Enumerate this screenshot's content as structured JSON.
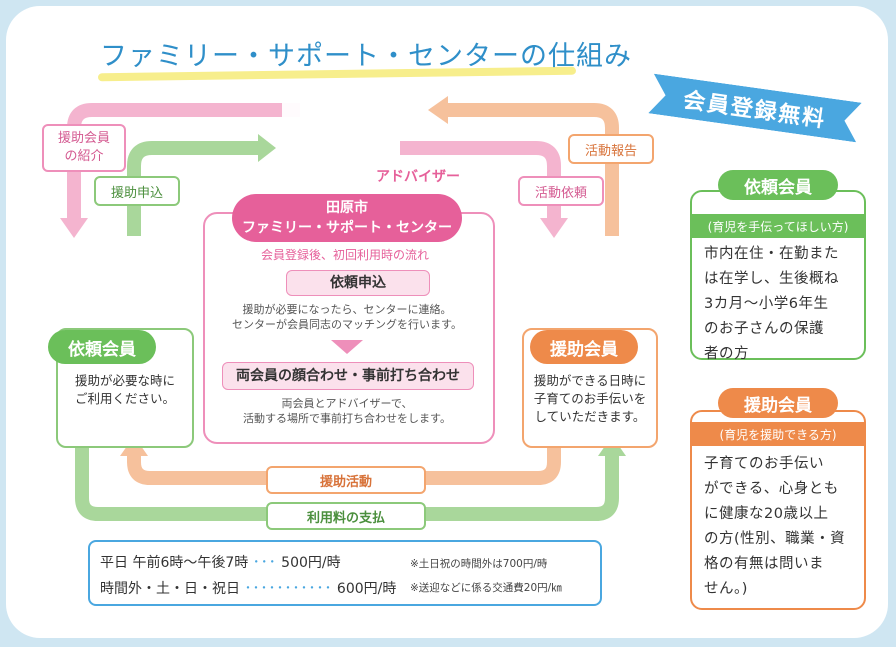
{
  "title": "ファミリー・サポート・センターの仕組み",
  "banner": "会員登録無料",
  "flows": {
    "referral": "援助会員\nの紹介",
    "help_request_left": "援助申込",
    "activity_report": "活動報告",
    "activity_request": "活動依頼",
    "support_activity": "援助活動",
    "fee_payment": "利用料の支払"
  },
  "center": {
    "advisor": "アドバイザー",
    "name_line1": "田原市",
    "name_line2": "ファミリー・サポート・センター",
    "subheading": "会員登録後、初回利用時の流れ",
    "steps": [
      {
        "label": "依頼申込",
        "desc_line1": "援助が必要になったら、センターに連絡。",
        "desc_line2": "センターが会員同志のマッチングを行います。"
      },
      {
        "label": "両会員の顔合わせ・事前打ち合わせ",
        "desc_line1": "両会員とアドバイザーで、",
        "desc_line2": "活動する場所で事前打ち合わせをします。"
      }
    ]
  },
  "members": {
    "requester": {
      "label": "依頼会員",
      "line1": "援助が必要な時に",
      "line2": "ご利用ください。"
    },
    "helper": {
      "label": "援助会員",
      "line1": "援助ができる日時に",
      "line2": "子育てのお手伝いを",
      "line3": "していただきます。"
    }
  },
  "side_panels": {
    "requester": {
      "title": "依頼会員",
      "subtitle": "(育児を手伝ってほしい方)",
      "lines": [
        "市内在住・在勤また",
        "は在学し、生後概ね",
        "3カ月〜小学6年生",
        "のお子さんの保護",
        "者の方"
      ]
    },
    "helper": {
      "title": "援助会員",
      "subtitle": "(育児を援助できる方)",
      "lines": [
        "子育てのお手伝い",
        "ができる、心身とも",
        "に健康な20歳以上",
        "の方(性別、職業・資",
        "格の有無は問いま",
        "せん。)"
      ]
    }
  },
  "fees": {
    "row1_label": "平日 午前6時〜午後7時",
    "row1_dots": "･･･",
    "row1_price": "500円/時",
    "row2_label": "時間外・土・日・祝日",
    "row2_dots": "･･･････････",
    "row2_price": "600円/時",
    "note1": "※土日祝の時間外は700円/時",
    "note2": "※送迎などに係る交通費20円/㎞"
  },
  "colors": {
    "pink": "#ee8fba",
    "green": "#8cc97a",
    "orange": "#f3a56e",
    "blue": "#4aa7e0"
  }
}
